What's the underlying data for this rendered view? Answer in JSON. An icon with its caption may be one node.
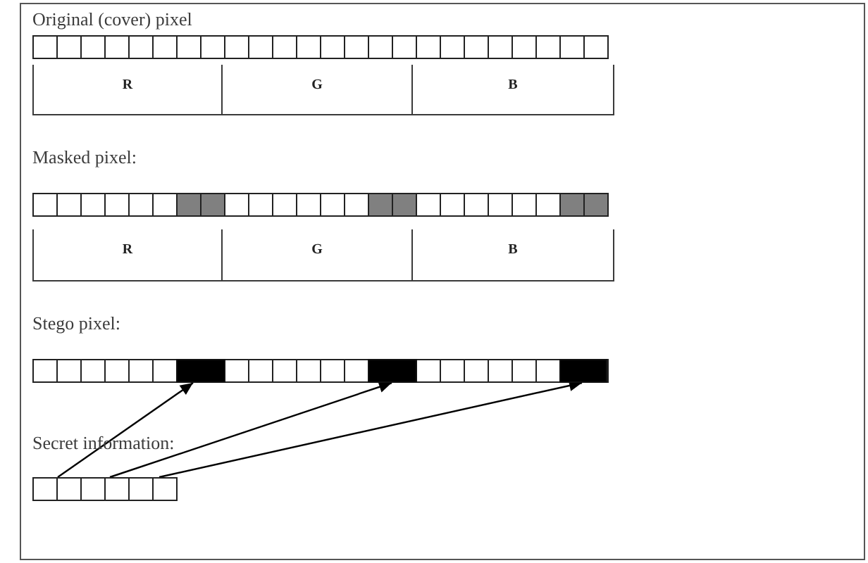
{
  "diagram": {
    "nodes": [
      {
        "text": [
          "Original (cover) pixel"
        ]
      },
      {
        "text": [
          "R"
        ]
      },
      {
        "text": [
          "G"
        ]
      },
      {
        "text": [
          "B"
        ]
      },
      {
        "text": [
          "Masked pixel:"
        ]
      },
      {
        "text": [
          "R"
        ]
      },
      {
        "text": [
          "G"
        ]
      },
      {
        "text": [
          "B"
        ]
      },
      {
        "text": [
          "Stego pixel:"
        ]
      },
      {
        "text": [],
        "shape": "bar",
        "in": 8
      },
      {
        "text": [],
        "shape": "bar",
        "in": 8
      },
      {
        "text": [],
        "shape": "bar",
        "in": 8
      },
      {
        "text": [
          "Secret information:"
        ]
      },
      {
        "text": [],
        "shape": "box",
        "in": 12
      },
      {
        "text": [],
        "shape": "box",
        "in": 12
      },
      {
        "text": [],
        "shape": "box",
        "in": 12
      }
    ],
    "edges": [
      {
        "from": 13,
        "to": 9,
        "arrow": "to"
      },
      {
        "from": 14,
        "to": 10,
        "arrow": "to"
      },
      {
        "from": 15,
        "to": 11,
        "arrow": "to"
      }
    ]
  }
}
